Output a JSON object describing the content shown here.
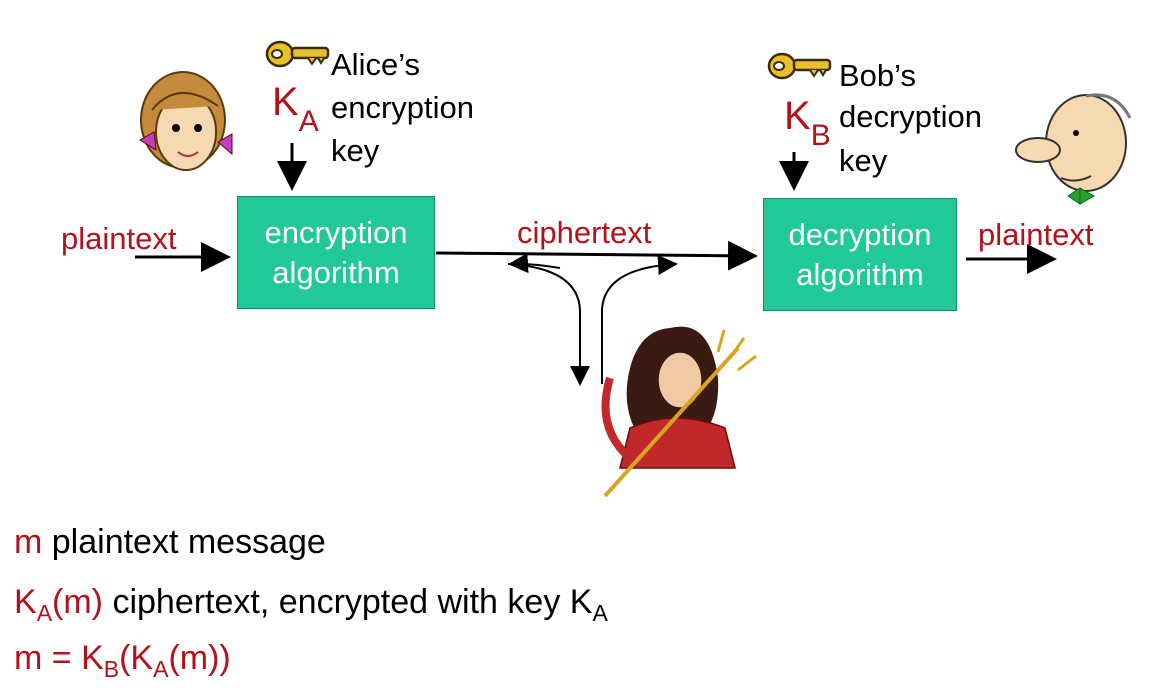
{
  "colors": {
    "box_fill": "#20c997",
    "accent_red": "#b3121b",
    "key_gold": "#e8c02a"
  },
  "alice_key": {
    "line1": "Alice’s",
    "line2": "encryption",
    "line3": "key",
    "symbol": "K",
    "sub": "A"
  },
  "bob_key": {
    "line1": "Bob’s",
    "line2": "decryption",
    "line3": "key",
    "symbol": "K",
    "sub": "B"
  },
  "plaintext_in": "plaintext",
  "plaintext_out": "plaintext",
  "ciphertext": "ciphertext",
  "enc_box": {
    "line1": "encryption",
    "line2": "algorithm"
  },
  "dec_box": {
    "line1": "decryption",
    "line2": "algorithm"
  },
  "icons": [
    "key-icon",
    "alice-figure",
    "bob-figure",
    "trudy-figure"
  ],
  "legend": {
    "l1_sym": "m",
    "l1_text": " plaintext message",
    "l2_K": "K",
    "l2_sub": "A",
    "l2_m": "(m)",
    "l2_text": " ciphertext, encrypted with key K",
    "l2_sub2": "A",
    "l3_m": "m = K",
    "l3_subB": "B",
    "l3_paren": "(K",
    "l3_subA": "A",
    "l3_end": "(m))"
  }
}
